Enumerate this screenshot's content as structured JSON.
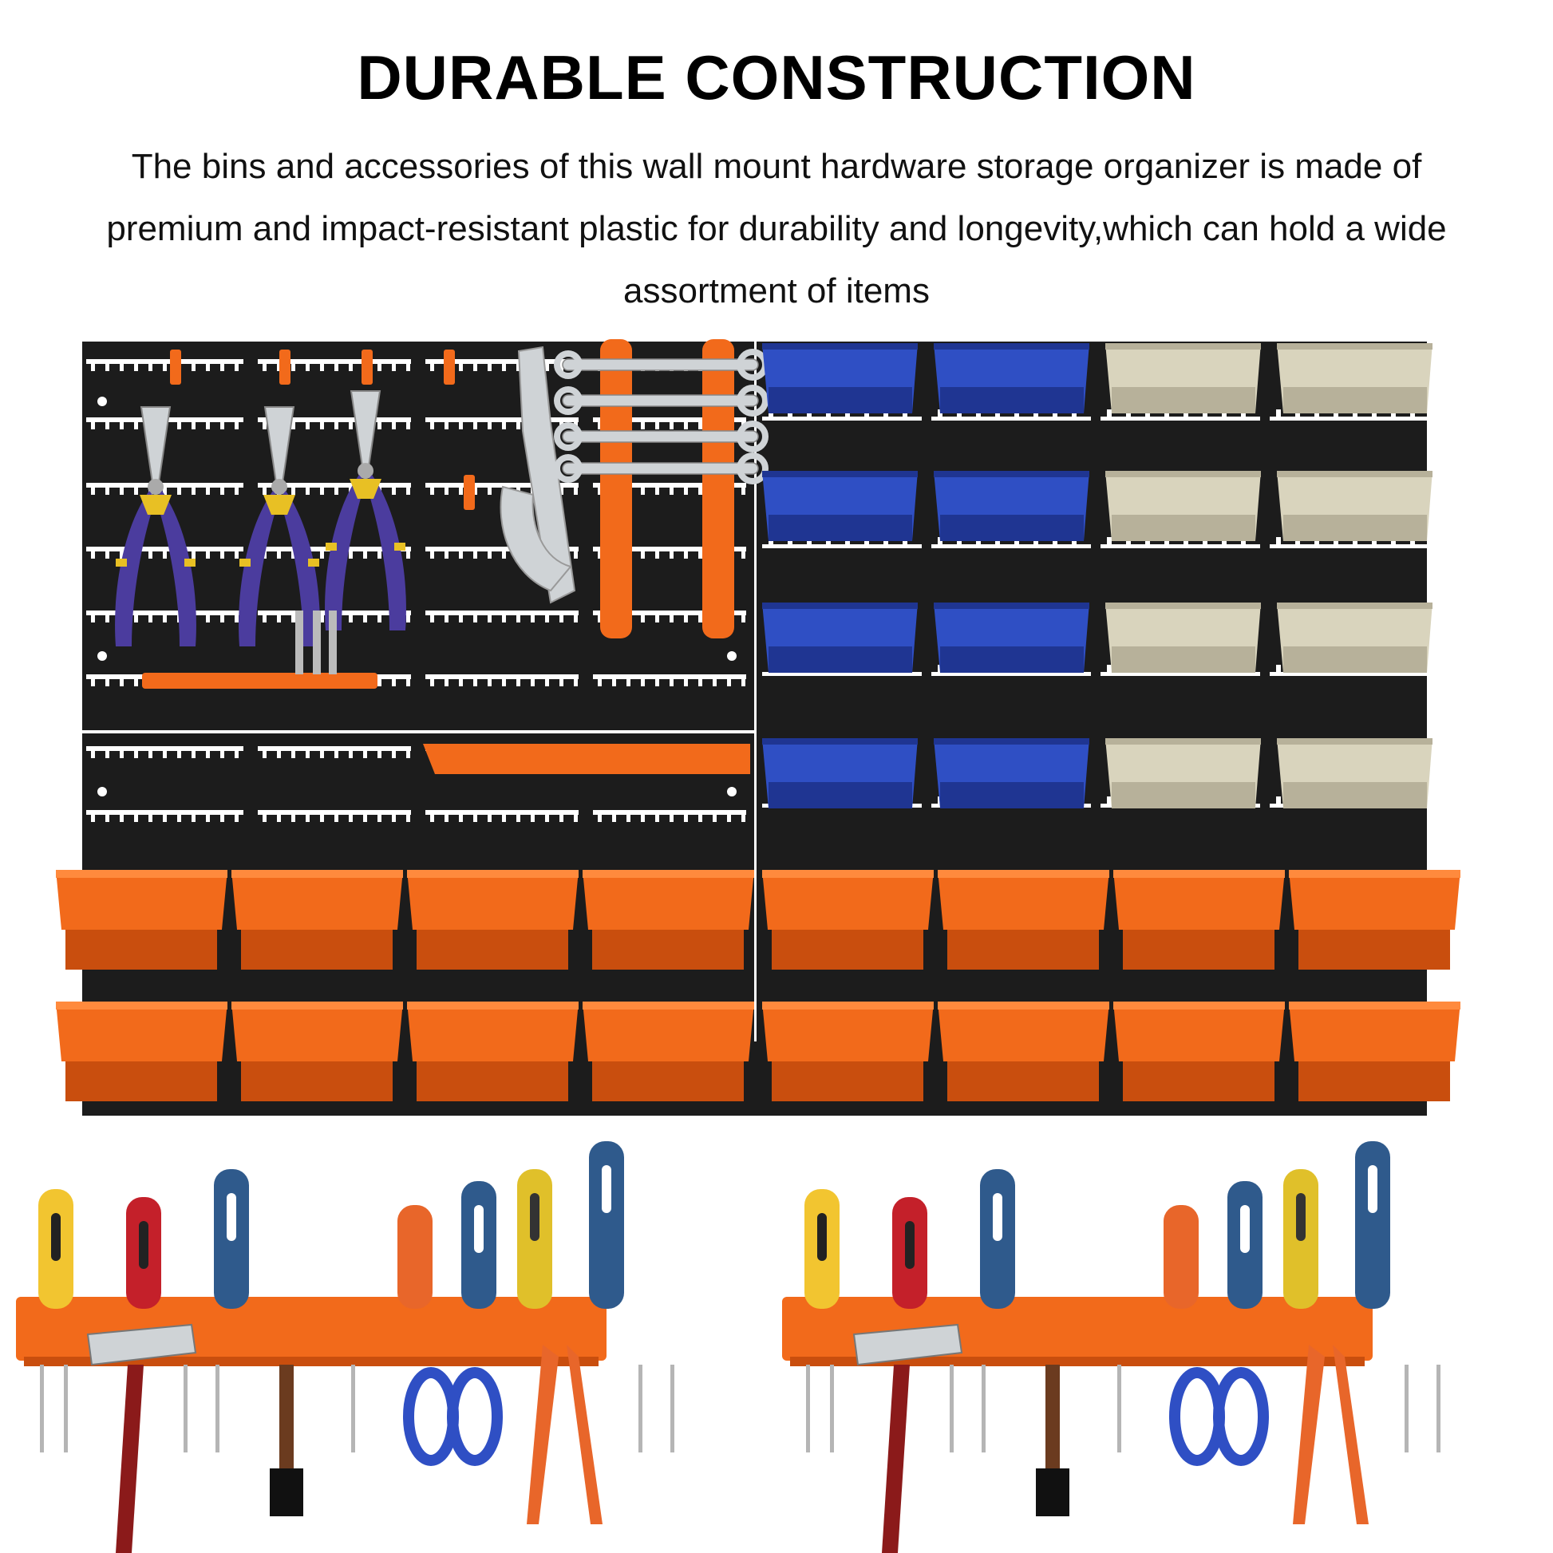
{
  "header": {
    "title": "DURABLE CONSTRUCTION",
    "description": "The bins and accessories of this wall mount hardware storage organizer is made of premium and impact-resistant plastic for durability and longevity,which can hold a wide assortment of items"
  },
  "colors": {
    "pegboard": "#1c1c1c",
    "slot": "#ffffff",
    "orange": "#f26a1b",
    "orange_dark": "#c94e0e",
    "blue": "#2f4fc4",
    "blue_dark": "#1f3592",
    "beige": "#d9d4bd",
    "beige_dark": "#b7b19a",
    "purple": "#4b3c9e",
    "yellow": "#e8c024",
    "steel": "#cfd3d6"
  },
  "bins": {
    "upper_right_columns": [
      "blue",
      "blue",
      "beige",
      "beige"
    ],
    "upper_right_rows": 4,
    "lower_orange_columns": 8,
    "lower_orange_rows": 2
  }
}
